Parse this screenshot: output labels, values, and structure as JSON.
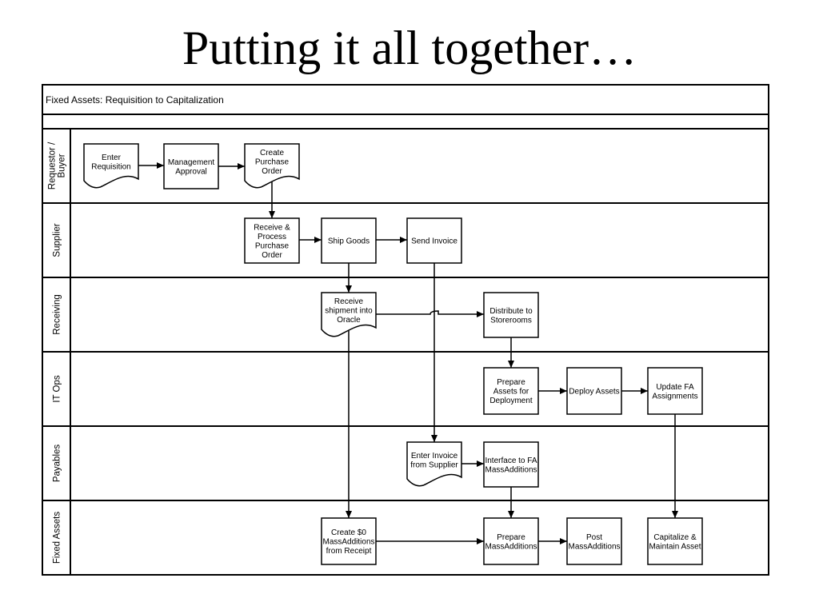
{
  "slide": {
    "title": "Putting it all together…"
  },
  "diagram": {
    "title": "Fixed Assets: Requisition to Capitalization",
    "lanes": [
      {
        "id": "buyer",
        "label": [
          "Requestor /",
          "Buyer"
        ]
      },
      {
        "id": "supplier",
        "label": [
          "Supplier"
        ]
      },
      {
        "id": "receiving",
        "label": [
          "Receiving"
        ]
      },
      {
        "id": "itops",
        "label": [
          "IT Ops"
        ]
      },
      {
        "id": "payables",
        "label": [
          "Payables"
        ]
      },
      {
        "id": "fixed",
        "label": [
          "Fixed Assets"
        ]
      }
    ],
    "nodes": [
      {
        "id": "enter-req",
        "shape": "document",
        "lines": [
          "Enter",
          "Requisition"
        ]
      },
      {
        "id": "mgmt-approval",
        "shape": "process",
        "lines": [
          "Management",
          "Approval"
        ]
      },
      {
        "id": "create-po",
        "shape": "document",
        "lines": [
          "Create",
          "Purchase",
          "Order"
        ]
      },
      {
        "id": "receive-po",
        "shape": "process",
        "lines": [
          "Receive &",
          "Process",
          "Purchase",
          "Order"
        ]
      },
      {
        "id": "ship-goods",
        "shape": "process",
        "lines": [
          "Ship Goods"
        ]
      },
      {
        "id": "send-invoice",
        "shape": "process",
        "lines": [
          "Send Invoice"
        ]
      },
      {
        "id": "receive-ship",
        "shape": "document",
        "lines": [
          "Receive",
          "shipment into",
          "Oracle"
        ]
      },
      {
        "id": "distribute",
        "shape": "process",
        "lines": [
          "Distribute to",
          "Storerooms"
        ]
      },
      {
        "id": "prepare-assets",
        "shape": "process",
        "lines": [
          "Prepare",
          "Assets for",
          "Deployment"
        ]
      },
      {
        "id": "deploy-assets",
        "shape": "process",
        "lines": [
          "Deploy Assets"
        ]
      },
      {
        "id": "update-fa",
        "shape": "process",
        "lines": [
          "Update FA",
          "Assignments"
        ]
      },
      {
        "id": "enter-invoice",
        "shape": "document",
        "lines": [
          "Enter Invoice",
          "from Supplier"
        ]
      },
      {
        "id": "interface-fa",
        "shape": "process",
        "lines": [
          "Interface to FA",
          "MassAdditions"
        ]
      },
      {
        "id": "create-0",
        "shape": "process",
        "lines": [
          "Create $0",
          "MassAdditions",
          "from Receipt"
        ]
      },
      {
        "id": "prepare-ma",
        "shape": "process",
        "lines": [
          "Prepare",
          "MassAdditions"
        ]
      },
      {
        "id": "post-ma",
        "shape": "process",
        "lines": [
          "Post",
          "MassAdditions"
        ]
      },
      {
        "id": "capitalize",
        "shape": "process",
        "lines": [
          "Capitalize &",
          "Maintain Asset"
        ]
      }
    ],
    "edges": [
      [
        "enter-req",
        "mgmt-approval"
      ],
      [
        "mgmt-approval",
        "create-po"
      ],
      [
        "create-po",
        "receive-po"
      ],
      [
        "receive-po",
        "ship-goods"
      ],
      [
        "ship-goods",
        "send-invoice"
      ],
      [
        "ship-goods",
        "receive-ship"
      ],
      [
        "receive-ship",
        "distribute"
      ],
      [
        "receive-ship",
        "create-0"
      ],
      [
        "send-invoice",
        "enter-invoice"
      ],
      [
        "distribute",
        "prepare-assets"
      ],
      [
        "prepare-assets",
        "deploy-assets"
      ],
      [
        "deploy-assets",
        "update-fa"
      ],
      [
        "update-fa",
        "capitalize"
      ],
      [
        "enter-invoice",
        "interface-fa"
      ],
      [
        "interface-fa",
        "prepare-ma"
      ],
      [
        "create-0",
        "prepare-ma"
      ],
      [
        "prepare-ma",
        "post-ma"
      ]
    ]
  }
}
